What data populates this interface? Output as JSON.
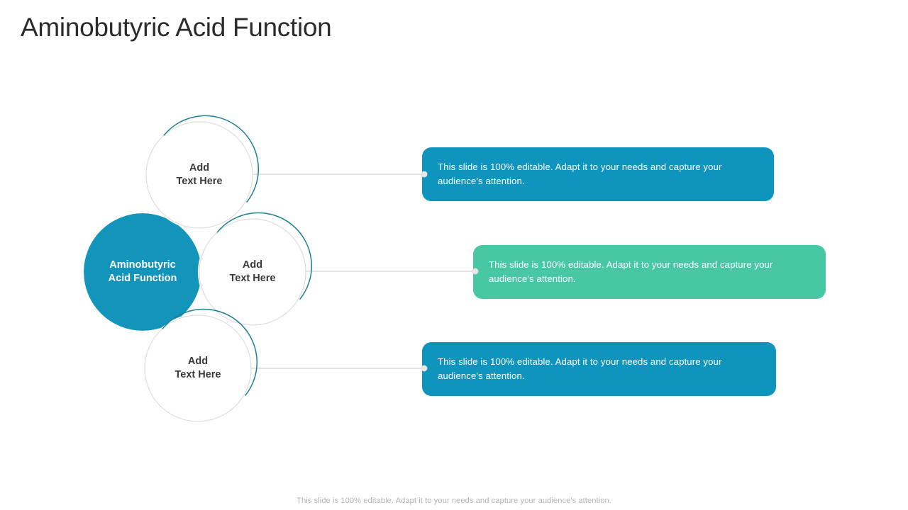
{
  "slide": {
    "title": "Aminobutyric Acid Function",
    "footer_note": "This slide is 100% editable. Adapt it to your needs and capture your audience's attention."
  },
  "colors": {
    "teal": "#0f94bd",
    "green": "#48c7a4",
    "hub_fill": "#1394bb",
    "circle_stroke": "#dedede",
    "accent_arc": "#1e7f94",
    "connector_line": "#dcdcdc",
    "title_text": "#2b2b2b",
    "label_text": "#3a3a3c",
    "footer_text": "#b4b4b6"
  },
  "hub": {
    "name": "aminobutyric-acid-function-hub",
    "line1": "Aminobutyric",
    "line2": "Acid Function"
  },
  "nodes": [
    {
      "id": "node-1",
      "label_line1": "Add",
      "label_line2": "Text Here",
      "callout_text": "This slide is 100% editable. Adapt it to your needs and capture your audience's attention.",
      "callout_color": "#0f94bd"
    },
    {
      "id": "node-2",
      "label_line1": "Add",
      "label_line2": "Text Here",
      "callout_text": "This slide is 100% editable. Adapt it to your needs and capture your audience's attention.",
      "callout_color": "#48c7a4"
    },
    {
      "id": "node-3",
      "label_line1": "Add",
      "label_line2": "Text Here",
      "callout_text": "This slide is 100% editable. Adapt it to your needs and capture your audience's attention.",
      "callout_color": "#0f94bd"
    }
  ]
}
